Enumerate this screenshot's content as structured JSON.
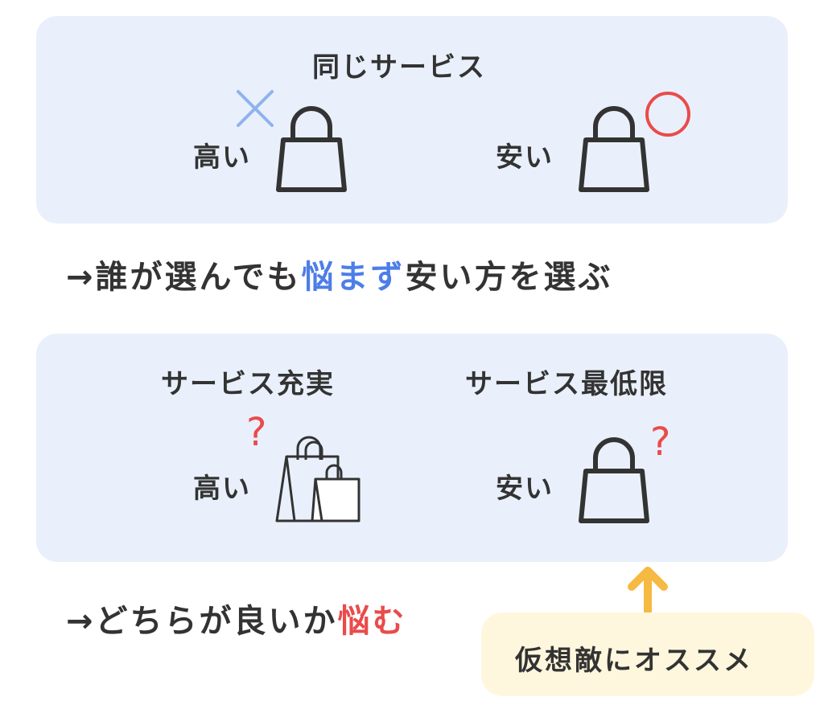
{
  "top_panel": {
    "title": "同じサービス",
    "left_price": "高い",
    "right_price": "安い",
    "left_mark": "cross-icon",
    "right_mark": "circle-icon"
  },
  "conclusion_1": {
    "arrow": "→",
    "before": "誰が選んでも",
    "highlight": "悩まず",
    "after": "安い方を選ぶ",
    "highlight_color": "#4d7ee8"
  },
  "bottom_panel": {
    "left_title": "サービス充実",
    "right_title": "サービス最低限",
    "left_price": "高い",
    "right_price": "安い",
    "mark": "?"
  },
  "conclusion_2": {
    "arrow": "→",
    "before": "どちらが良いか",
    "highlight": "悩む",
    "highlight_color": "#ea4b4b"
  },
  "note": {
    "text": "仮想敵にオススメ",
    "background": "#fff7dd",
    "arrow_color": "#f6b942"
  },
  "colors": {
    "panel": "#e9f0fb",
    "text": "#333333",
    "cross": "#8fb3ec",
    "circle": "#ea4b4b",
    "question": "#ea4b4b"
  }
}
